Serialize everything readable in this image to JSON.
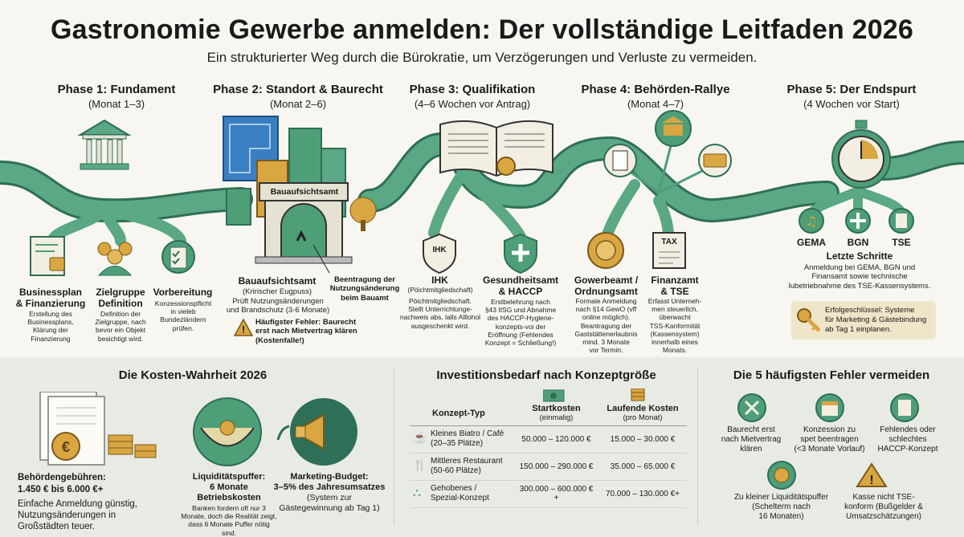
{
  "header": {
    "title": "Gastronomie Gewerbe anmelden: Der vollständige Leitfaden 2026",
    "subtitle": "Ein strukturierter Weg durch die Bürokratie, um Verzögerungen und Verluste zu vermeiden."
  },
  "phases": [
    {
      "title": "Phase 1: Fundament",
      "sub": "(Monat 1–3)"
    },
    {
      "title": "Phase 2: Standort & Baurecht",
      "sub": "(Monat 2–6)"
    },
    {
      "title": "Phase 3: Qualifikation",
      "sub": "(4–6 Wochen vor Antrag)"
    },
    {
      "title": "Phase 4: Behörden-Rallye",
      "sub": "(Monat 4–7)"
    },
    {
      "title": "Phase 5: Der Endspurt",
      "sub": "(4 Wochen vor Start)"
    }
  ],
  "p1": {
    "items": [
      {
        "head": "Businessplan\n& Finanzierung",
        "text": "Erstellung des\nBusinessplans,\nKlärung der\nFinanzierung"
      },
      {
        "head": "Zielgruppe\nDefinition",
        "text": "Definition der\nZielgruppe, nach\nbevor ein Objekt\nbesichtigt wird."
      },
      {
        "head": "Vorbereitung",
        "text": "Konzessionspflicht\nin vieleb\nBundezländern\nprüfen."
      }
    ]
  },
  "p2": {
    "building_sign": "Bauaufsichtsamt",
    "head": "Bauaufsichtsamt",
    "sub": "(Kririscher Eugpuss)",
    "text": "Prüft Nutzungsänderungen\nund Brandschutz (3-6 Monate)",
    "callout": "Beentragung der\nNutzungsänderung\nbeim Bauamt",
    "warning": "Häufigster Fehler: Baurecht\nerst nach Mietvertrag klären\n(Kostenfalle!)"
  },
  "p3": {
    "ihk_badge": "IHK",
    "items": [
      {
        "head": "IHK",
        "sub": "(Pöichtmitgliedschaft)",
        "text": "Pöichtmitgliedschaft.\nStellt Unterrichtunge-\nnachweis abs, lalls Alllohol\nausgeschenkt wird."
      },
      {
        "head": "Gesundheitsamt\n& HACCP",
        "text": "Erstbelehrung nach\n§43 IISG und Abnahme\ndes HACCP-Hyglene-\nkonzepts-voi der\nEröffnung (Fehlendes\nKonzept = Schließung!)"
      }
    ]
  },
  "p4": {
    "tax_badge": "TAX",
    "items": [
      {
        "head": "Gowerbeamt /\nOrdnungsamt",
        "text": "Formale Anmeldung\nnach §14 GewO (vff\nonline möglich).\nBeantragung der\nGaststättenerlaubnis\nmind. 3 Monate\nvor Termin."
      },
      {
        "head": "Finanzamt\n& TSE",
        "text": "Erfasst Unterneh-\nmen steuerlich,\nüberwacht\nTSS-Kanformität\n(Kassensystem)\ninnerhalb eines\nMonats."
      }
    ]
  },
  "p5": {
    "icons": [
      "GEMA",
      "BGN",
      "TSE"
    ],
    "head": "Letzte Schritte",
    "text": "Anmeldung bei GEMA, BGN und\nFinansamt sowie technische\nlubetriebnahme des TSE-Kassensystems.",
    "key_text": "Erfolgeschlüssel: Systeme\nfür Marketing & Gästebindung\nab Tag 1 einplanen."
  },
  "costs": {
    "title": "Die Kosten-Wahrheit 2026",
    "fees_head": "Behördengebühren:\n1.450 € bis 6.000 €+",
    "fees_text": "Einfache Anmeldung günstig,\nNutzungsänderungen in\nGroßstädten teuer.",
    "liq_head": "Liquiditätspuffer:\n6 Monate\nBetriebskosten",
    "liq_text": "Banken fordern oft nur 3\nMonate, doch die Realität zeigt,\ndass 6 Monate Puffer nötig sind.",
    "mkt_head": "Marketing-Budget:\n3–5% des Jahresumsatzes",
    "mkt_text": "(System zur\nGästegewinnung ab Tag 1)"
  },
  "invest": {
    "title": "Investitionsbedarf nach Konzeptgröße",
    "col_type": "Konzept-Typ",
    "col_start": "Startkosten",
    "col_start_sub": "(einmalig)",
    "col_run": "Laufende Kosten",
    "col_run_sub": "(pro Monat)",
    "rows": [
      {
        "type": "Kleines Biatro / Café\n(20–35 Plätze)",
        "start": "50.000 – 120.000 €",
        "run": "15.000 – 30.000 €"
      },
      {
        "type": "Mittleres Restaurant\n(50-60 Plätze)",
        "start": "150.000 – 290.000 €",
        "run": "35.000 – 65.000 €"
      },
      {
        "type": "Gehobenes /\nSpezial-Konzept",
        "start": "300.000 – 600.000 €+",
        "run": "70.000 – 130.000 €+"
      }
    ]
  },
  "mistakes": {
    "title": "Die 5 häufigsten Fehler vermeiden",
    "items": [
      "Baurecht erst\nnach Mietvertrag\nklären",
      "Konzession zu\nspet beentragen\n(<3 Monate Vorlauf)",
      "Fehlendes oder\nschlechtes\nHACCP-Konzept",
      "Zu kleiner Liquiditätspuffer\n(Schelterm nach\n16 Monaten)",
      "Kasse nicht TSE-\nkonform (Bußgelder &\nUmsatzschätzungen)"
    ]
  },
  "colors": {
    "green": "#4e9e78",
    "dark_green": "#2f6e57",
    "gold": "#d9a642",
    "bg": "#f7f6f0",
    "bottom_bg": "#e8ebe4"
  }
}
